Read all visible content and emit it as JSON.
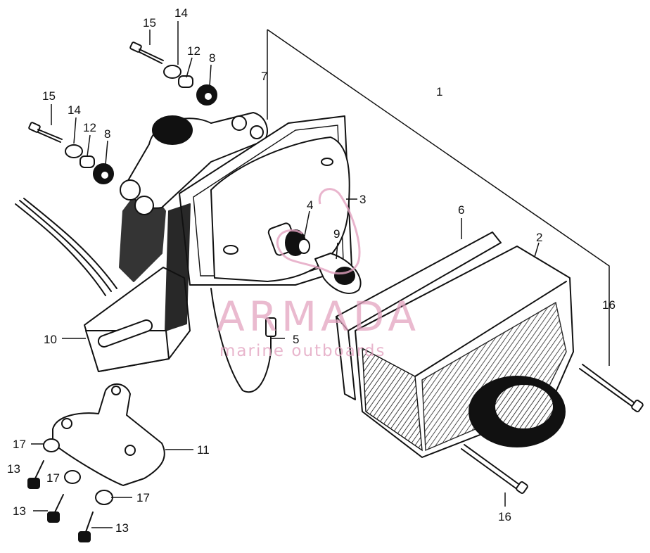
{
  "callouts": {
    "c1": "1",
    "c2": "2",
    "c3": "3",
    "c4": "4",
    "c5": "5",
    "c6": "6",
    "c7": "7",
    "c8a": "8",
    "c8b": "8",
    "c9": "9",
    "c10": "10",
    "c11": "11",
    "c12a": "12",
    "c12b": "12",
    "c13a": "13",
    "c13b": "13",
    "c13c": "13",
    "c14a": "14",
    "c14b": "14",
    "c15a": "15",
    "c15b": "15",
    "c16a": "16",
    "c16b": "16",
    "c17a": "17",
    "c17b": "17",
    "c17c": "17"
  },
  "watermark": {
    "brand": "ARMADA",
    "tagline": "marine outboards",
    "color": "#e3a3c0"
  },
  "colors": {
    "ink": "#111111",
    "background": "#ffffff"
  }
}
